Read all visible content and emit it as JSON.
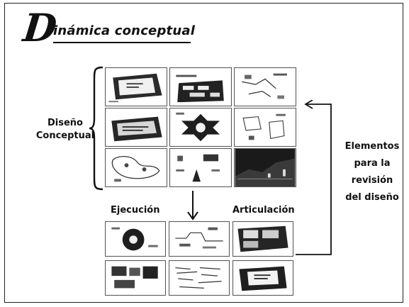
{
  "title": {
    "first_letter": "D",
    "rest": "inámica conceptual"
  },
  "left_label": [
    "Diseño",
    "Conceptual"
  ],
  "bottom_labels": {
    "execution": "Ejecución",
    "articulation": "Articulación"
  },
  "right_label": [
    "Elementos",
    "para la",
    "revisión",
    "del diseño"
  ],
  "top_thumbnails": [
    {
      "kind": "slide-dark-frame"
    },
    {
      "kind": "slide-diagram-boxes"
    },
    {
      "kind": "slide-sketch"
    },
    {
      "kind": "slide-dark-frame-2"
    },
    {
      "kind": "slide-flower-cross"
    },
    {
      "kind": "slide-sketch-2"
    },
    {
      "kind": "slide-map"
    },
    {
      "kind": "slide-sketch-3"
    },
    {
      "kind": "slide-dark-photo"
    }
  ],
  "bottom_thumbnails": [
    {
      "kind": "slide-disc"
    },
    {
      "kind": "slide-flow"
    },
    {
      "kind": "slide-dark-frame-3"
    },
    {
      "kind": "slide-collage"
    },
    {
      "kind": "slide-notes"
    },
    {
      "kind": "slide-dark-frame-4"
    }
  ]
}
